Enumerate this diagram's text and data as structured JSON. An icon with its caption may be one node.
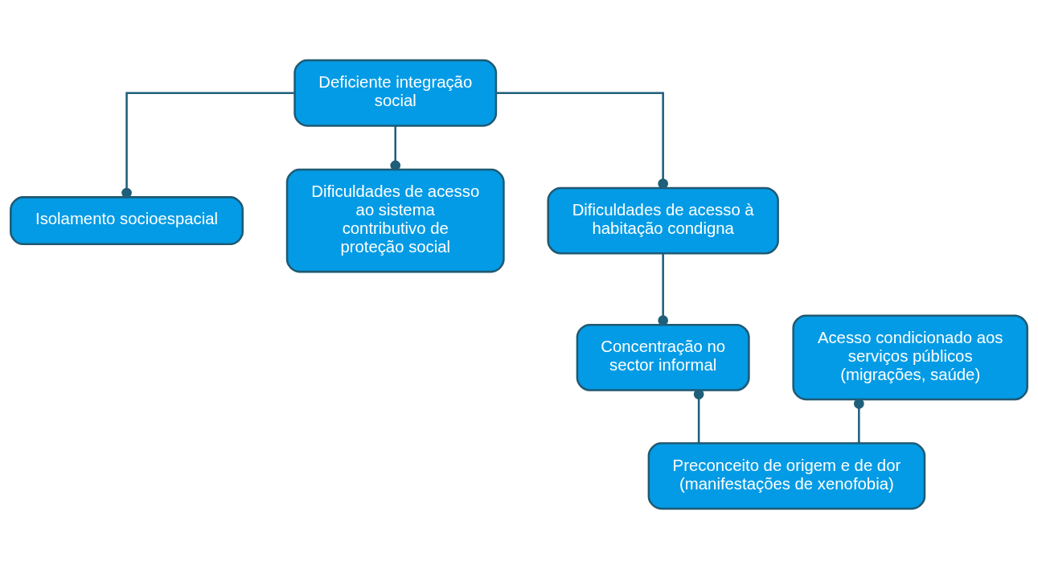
{
  "diagram": {
    "nodes": [
      {
        "text": [
          "Deficiente integração social"
        ]
      },
      {
        "text": [
          "Isolamento socioespacial"
        ]
      },
      {
        "text": [
          "Dificuldades de acesso ao sistema contributivo de proteção social"
        ]
      },
      {
        "text": [
          "Dificuldades de acesso à habitação condigna"
        ]
      },
      {
        "text": [
          "Acesso condicionado aos serviços públicos (migrações, saúde)"
        ]
      },
      {
        "text": [
          "Concentração no sector informal"
        ]
      },
      {
        "text": [
          "Preconceito de origem e de dor (manifestações de xenofobia)"
        ]
      }
    ],
    "edges": [
      {
        "from": 0,
        "to": 1,
        "arrow": "other"
      },
      {
        "from": 0,
        "to": 2,
        "arrow": "other"
      },
      {
        "from": 0,
        "to": 3,
        "arrow": "other"
      },
      {
        "from": 3,
        "to": 5,
        "arrow": "other"
      },
      {
        "from": 6,
        "to": 4,
        "arrow": "other"
      },
      {
        "from": 6,
        "to": 5,
        "arrow": "other"
      }
    ]
  }
}
